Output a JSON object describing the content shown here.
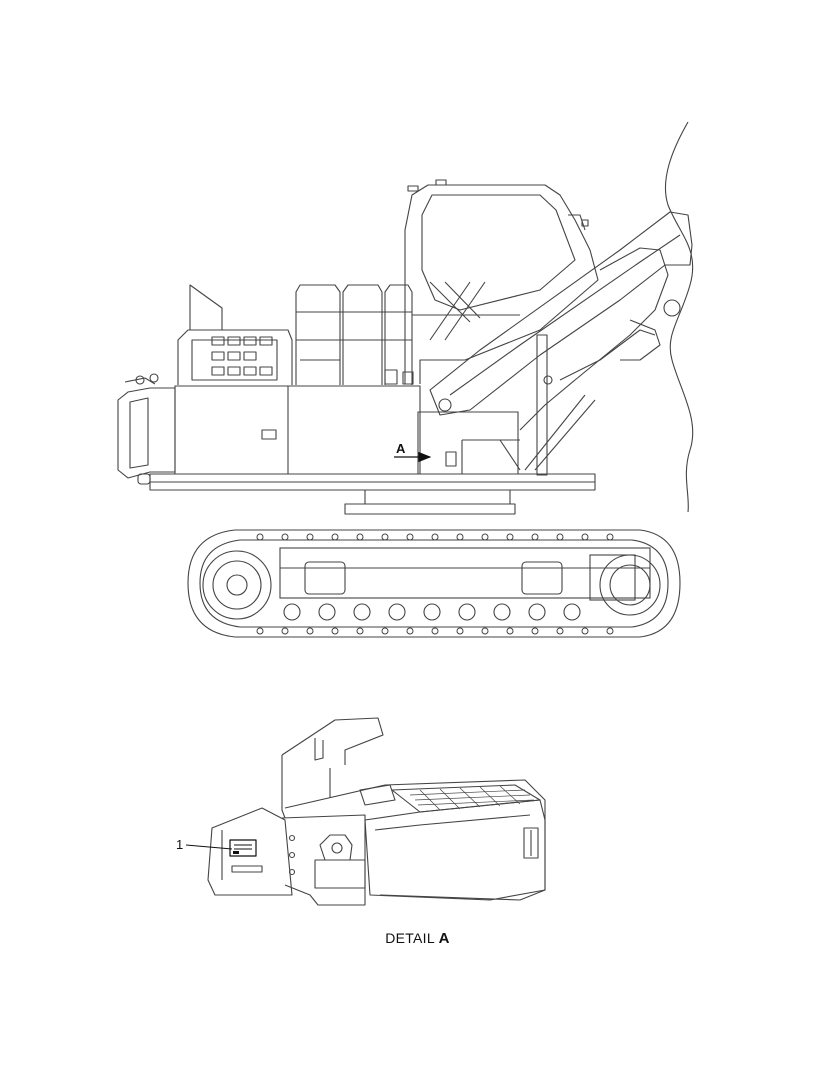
{
  "figure": {
    "view_marker": "A",
    "callout_number": "1",
    "detail_caption_prefix": "DETAIL",
    "detail_caption_letter": "A"
  },
  "colors": {
    "line": "#444444",
    "fill": "#ffffff",
    "text": "#111111"
  }
}
